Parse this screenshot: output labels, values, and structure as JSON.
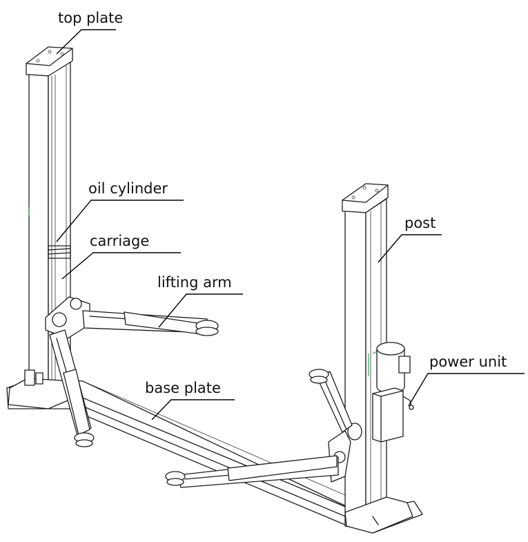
{
  "labels": {
    "top_plate": "top plate",
    "oil_cylinder": "oil cylinder",
    "carriage": "carriage",
    "lifting_arm": "lifting arm",
    "post": "post",
    "power_unit": "power unit",
    "base_plate": "base plate"
  },
  "colors": {
    "line": "#1a1a1a",
    "accent": "#2fa84f",
    "background": "#ffffff"
  }
}
